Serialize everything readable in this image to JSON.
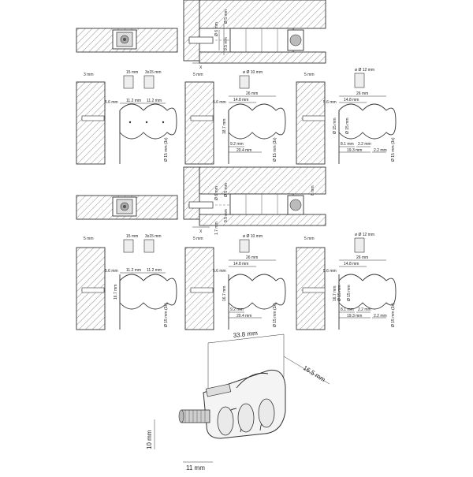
{
  "section_top": {
    "detail": {
      "dia_5": "Ø 5 mm",
      "dia_6": "Ø 6 mm",
      "dim_9_5": "9.5 mm",
      "x": "X"
    },
    "panels": [
      {
        "hole": "3 mm",
        "icons": [
          "15 mm",
          "3x15 mm"
        ],
        "dims": [
          "5.6 mm",
          "11.2 mm",
          "11.2 mm",
          "Ø 15 mm (3x)"
        ]
      },
      {
        "hole": "5 mm",
        "icons": [
          "ø Ø 10 mm"
        ],
        "dims": [
          "26 mm",
          "14.8 mm",
          "5.6 mm",
          "18.7 mm",
          "9.2 mm",
          "20.4 mm",
          "Ø 15 mm (3x)"
        ]
      },
      {
        "hole": "5 mm",
        "icons": [
          "ø Ø 12 mm"
        ],
        "dims": [
          "26 mm",
          "14.8 mm",
          "5.6 mm",
          "Ø 15 mm",
          "Ø 15 mm",
          "8.1 mm",
          "2.2 mm",
          "19.3 mm",
          "2.2 mm",
          "Ø 15 mm (3x)"
        ]
      }
    ]
  },
  "section_bottom": {
    "detail": {
      "dia_5": "Ø 5 mm",
      "dia_6": "Ø 6 mm",
      "dim_9_5": "9.5 mm",
      "dim_8": "8 mm",
      "dim_1_7": "1.7 mm",
      "x": "X"
    },
    "panels": [
      {
        "hole": "5 mm",
        "icons": [
          "15 mm",
          "3x15 mm"
        ],
        "dims": [
          "5.6 mm",
          "11.2 mm",
          "11.2 mm",
          "16.7 mm",
          "Ø 15 mm (3x)"
        ]
      },
      {
        "hole": "5 mm",
        "icons": [
          "ø Ø 10 mm"
        ],
        "dims": [
          "26 mm",
          "14.8 mm",
          "5.6 mm",
          "16.7 mm",
          "9.2 mm",
          "20.4 mm",
          "Ø 15 mm (3x)"
        ]
      },
      {
        "hole": "5 mm",
        "icons": [
          "ø Ø 12 mm"
        ],
        "dims": [
          "26 mm",
          "14.8 mm",
          "5.6 mm",
          "Ø 15 mm",
          "Ø 15 mm",
          "16.7 mm",
          "8.1 mm",
          "2.2 mm",
          "19.3 mm",
          "2.2 mm",
          "Ø 15 mm (3x)"
        ]
      }
    ]
  },
  "product": {
    "length": "33.8 mm",
    "width": "16.5 mm",
    "height": "10 mm",
    "thread": "11 mm"
  }
}
